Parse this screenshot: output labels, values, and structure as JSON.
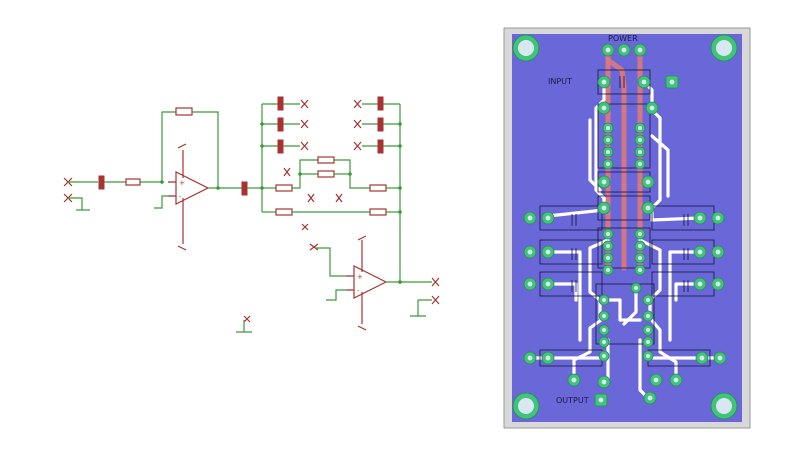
{
  "board": {
    "labels": {
      "power": "POWER",
      "input": "INPUT",
      "output": "OUTPUT"
    },
    "colors": {
      "copper_fill": "#6a68d8",
      "board_bg": "#d8d8d8",
      "trace": "#ffffff",
      "power_trace": "#e0787a",
      "pad": "#3fc47a",
      "wire": "#3a9a3a",
      "part": "#a83232"
    }
  },
  "schematic": {
    "opamps": [
      "op-amp-1",
      "op-amp-2"
    ]
  }
}
